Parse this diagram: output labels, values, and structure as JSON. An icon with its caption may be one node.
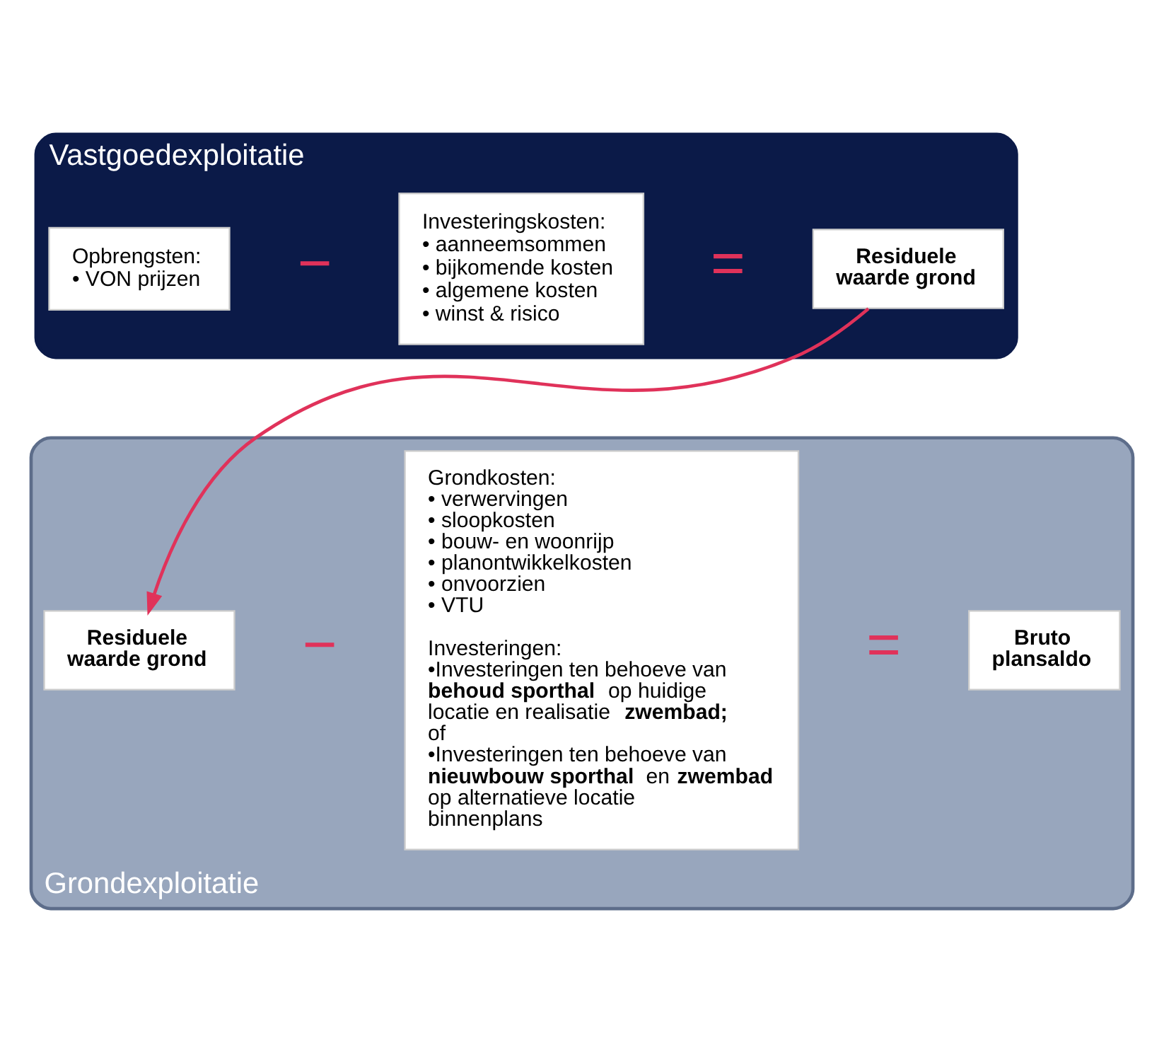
{
  "diagram": {
    "nodes": [
      {
        "text": [
          "Vastgoedexploitatie"
        ]
      },
      {
        "text": [
          "Opbrengsten:",
          "• VON prijzen"
        ],
        "in": 0
      },
      {
        "text": [
          "Investeringskosten:",
          "• aanneemsommen",
          "• bijkomende kosten",
          "• algemene kosten",
          "• winst & risico"
        ],
        "in": 0
      },
      {
        "text": [
          "Residuele waarde grond"
        ],
        "in": 0
      },
      {
        "text": [
          "Grondexploitatie"
        ]
      },
      {
        "text": [
          "Residuele waarde grond"
        ],
        "in": 4
      },
      {
        "text": [
          "Grondkosten:",
          "• verwervingen",
          "• sloopkosten",
          "• bouw- en woonrijp",
          "• planontwikkelkosten",
          "• onvoorzien",
          "• VTU",
          "Investeringen:",
          "•Investeringen ten behoeve van **behoud sporthal** op huidige locatie en realisatie **zwembad**; of",
          "•Investeringen ten behoeve van **nieuwbouw sporthal** en **zwembad** op alternatieve locatie binnenplans"
        ],
        "in": 4
      },
      {
        "text": [
          "Bruto plansaldo"
        ],
        "in": 4
      }
    ],
    "edges": [
      {
        "from": 3,
        "to": 5,
        "arrow": "to",
        "color": "#e0325a"
      }
    ],
    "labels": [
      "−",
      "=",
      "−",
      "="
    ]
  }
}
